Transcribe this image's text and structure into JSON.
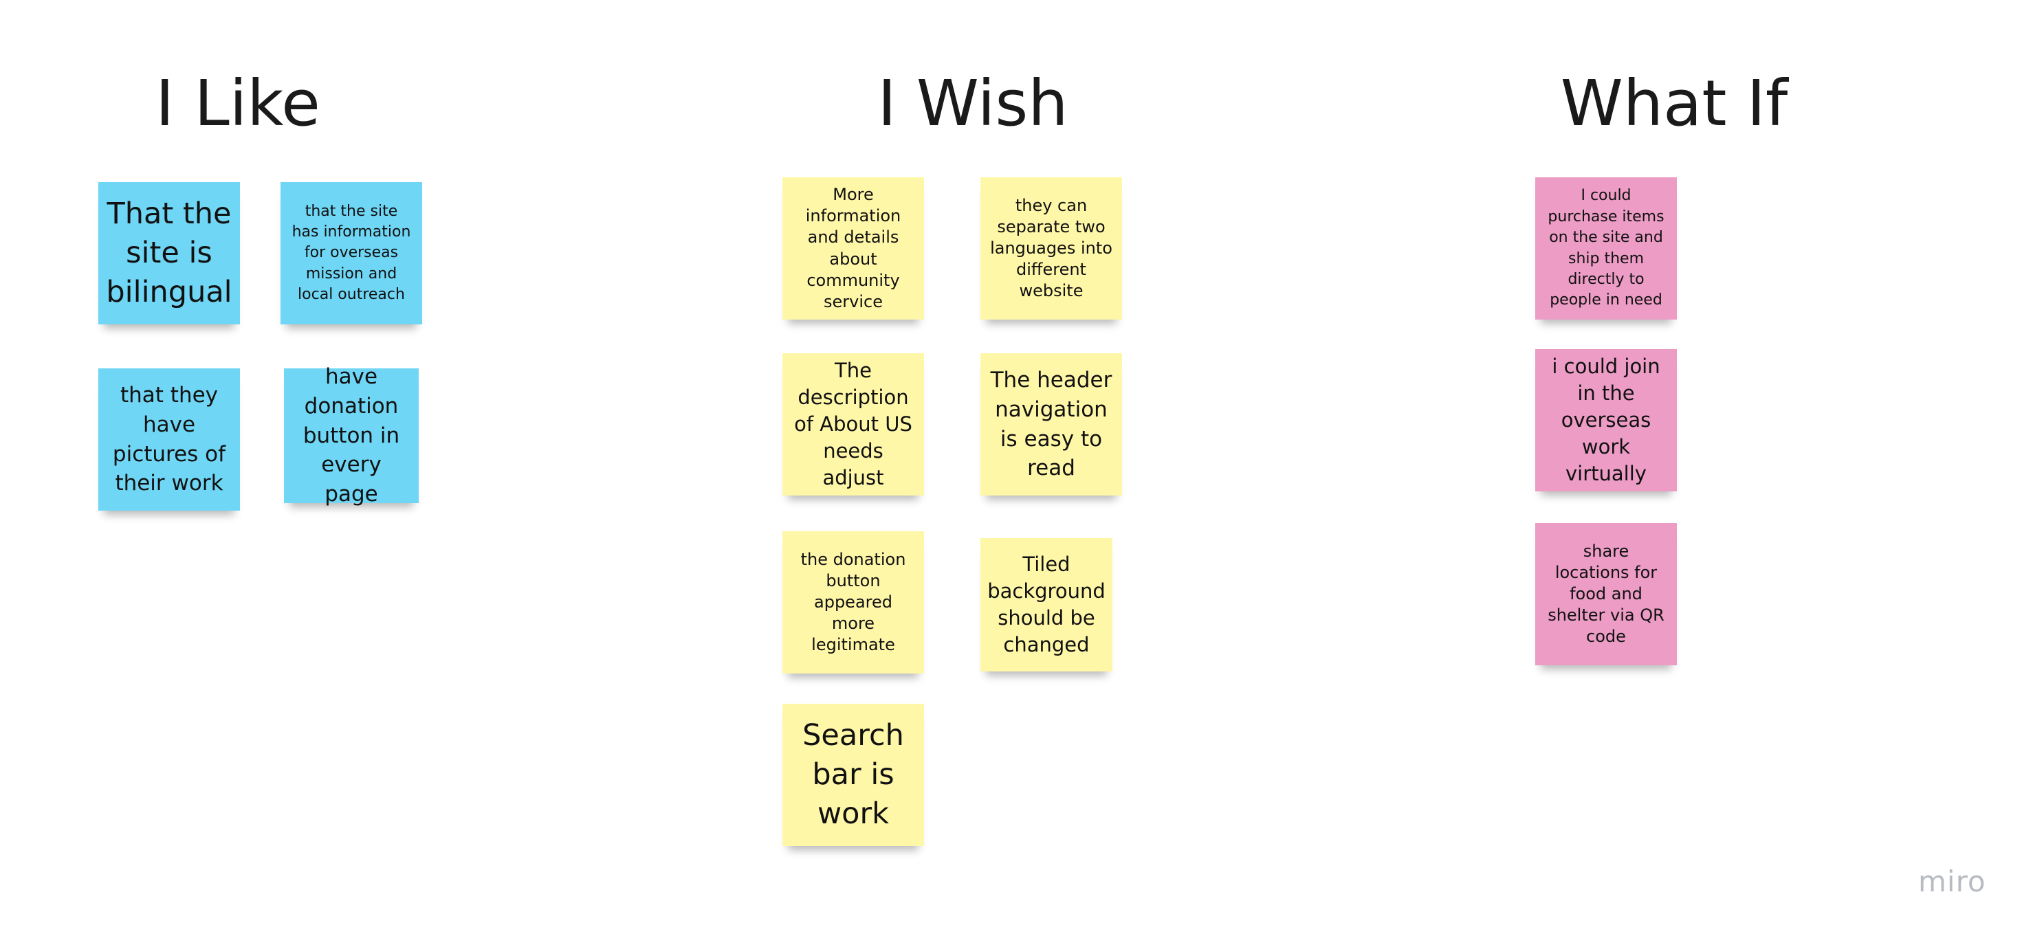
{
  "columns": [
    {
      "title": "I Like",
      "color": "#6fd6f5",
      "notes": [
        "That the site is bilingual",
        "that the site has information for overseas mission and local outreach",
        "that they have pictures of their work",
        "have donation button in every page"
      ]
    },
    {
      "title": "I Wish",
      "color": "#fff7a8",
      "notes": [
        "More information and details about community service",
        "they can separate two languages into different website",
        "The description of About US needs adjust",
        "The header navigation is easy to read",
        "the donation button appeared more legitimate",
        "Tiled background should be changed",
        "Search bar is work"
      ]
    },
    {
      "title": "What If",
      "color": "#ec9cc5",
      "notes": [
        "I could purchase items on the site and ship them directly to people in need",
        "i could join in the overseas work virtually",
        "share locations for food and shelter via QR code"
      ]
    }
  ],
  "logo": "miro"
}
